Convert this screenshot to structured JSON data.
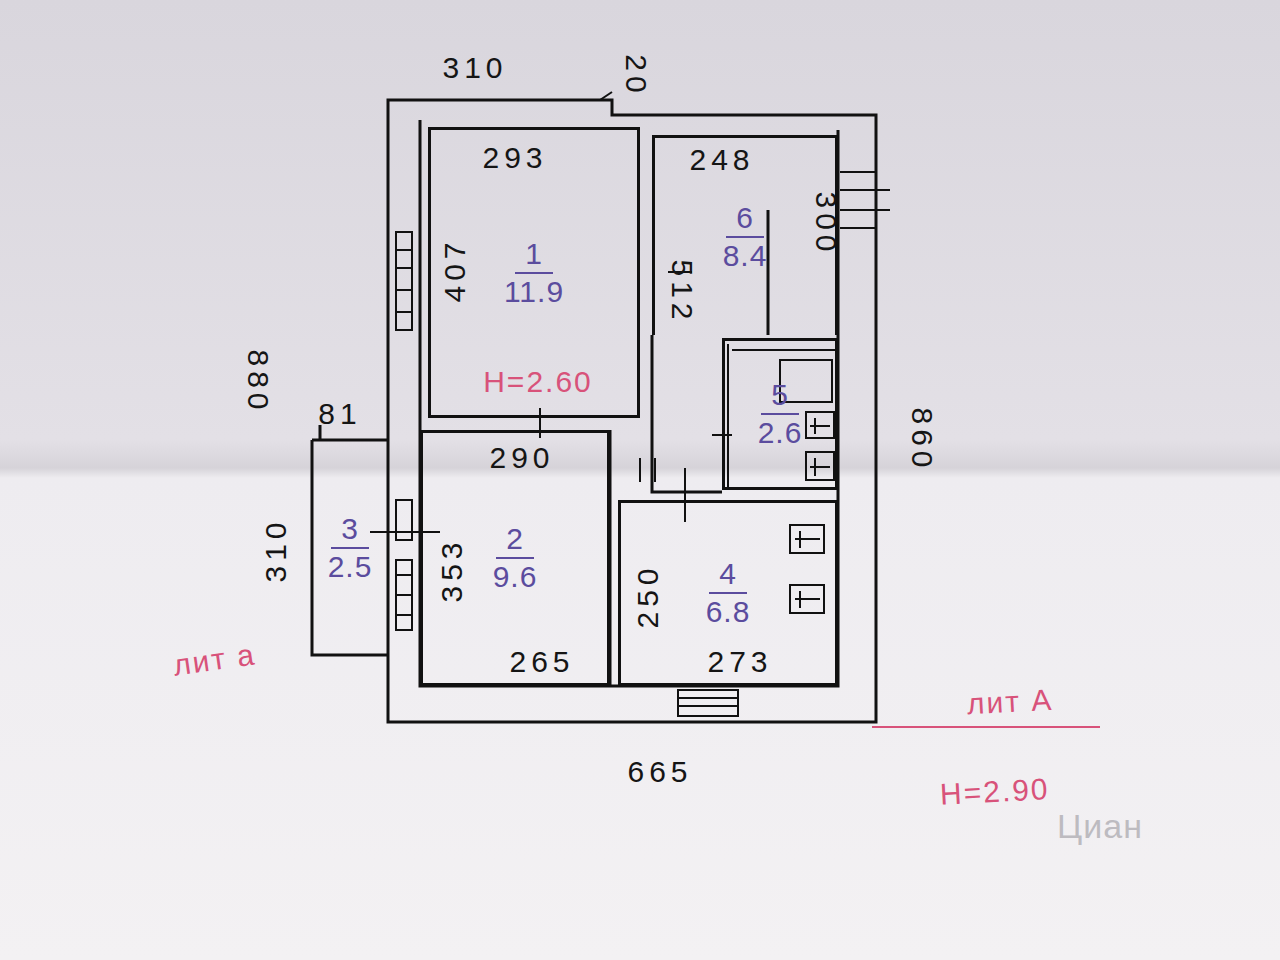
{
  "diagram": {
    "nodes": [
      {
        "text": [
          "1",
          "11.9"
        ]
      },
      {
        "text": [
          "6",
          "8.4"
        ]
      },
      {
        "text": [
          "5",
          "2.6"
        ]
      },
      {
        "text": [
          "3",
          "2.5"
        ]
      },
      {
        "text": [
          "2",
          "9.6"
        ]
      },
      {
        "text": [
          "4",
          "6.8"
        ]
      }
    ],
    "labels": [
      "310",
      "20",
      "293",
      "248",
      "300",
      "407",
      "512",
      "880",
      "81",
      "290",
      "860",
      "310",
      "353",
      "265",
      "250",
      "273",
      "665",
      "Н=2.60",
      "лит а",
      "лит А",
      "Н=2.90",
      "Циан"
    ]
  }
}
